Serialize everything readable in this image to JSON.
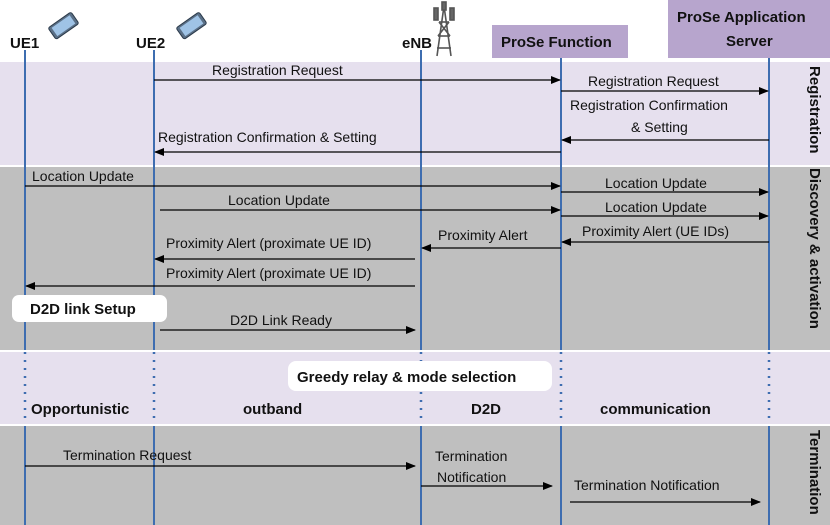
{
  "entities": {
    "ue1": "UE1",
    "ue2": "UE2",
    "enb": "eNB",
    "prose_function": "ProSe Function",
    "prose_app_server_line1": "ProSe Application",
    "prose_app_server_line2": "Server"
  },
  "phases": {
    "registration": "Registration",
    "discovery": "Discovery & activation",
    "termination": "Termination"
  },
  "messages": {
    "m1": "Registration Request",
    "m2": "Registration Request",
    "m3_line1": "Registration Confirmation",
    "m3_line2": "& Setting",
    "m4": "Registration Confirmation & Setting",
    "m5": "Location Update",
    "m6": "Location Update",
    "m7": "Location Update",
    "m8": "Location Update",
    "m9": "Proximity Alert (UE IDs)",
    "m10": "Proximity Alert",
    "m11": "Proximity Alert (proximate UE ID)",
    "m12": "Proximity Alert (proximate UE ID)",
    "m13": "D2D Link Ready",
    "m14": "Termination Request",
    "m15_line1": "Termination",
    "m15_line2": "Notification",
    "m16": "Termination Notification"
  },
  "boxes": {
    "d2d_setup": "D2D link Setup",
    "greedy": "Greedy relay & mode selection"
  },
  "communication_row": {
    "opportunistic": "Opportunistic",
    "outband": "outband",
    "d2d": "D2D",
    "communication": "communication"
  },
  "colors": {
    "header_bg": "#b7a5cd",
    "registration_bg": "#e6e0ee",
    "discovery_bg": "#bfbfbf",
    "communication_bg": "#e6e0ee",
    "termination_bg": "#bfbfbf",
    "lifeline": "#3e6db0",
    "arrow": "#000000"
  }
}
